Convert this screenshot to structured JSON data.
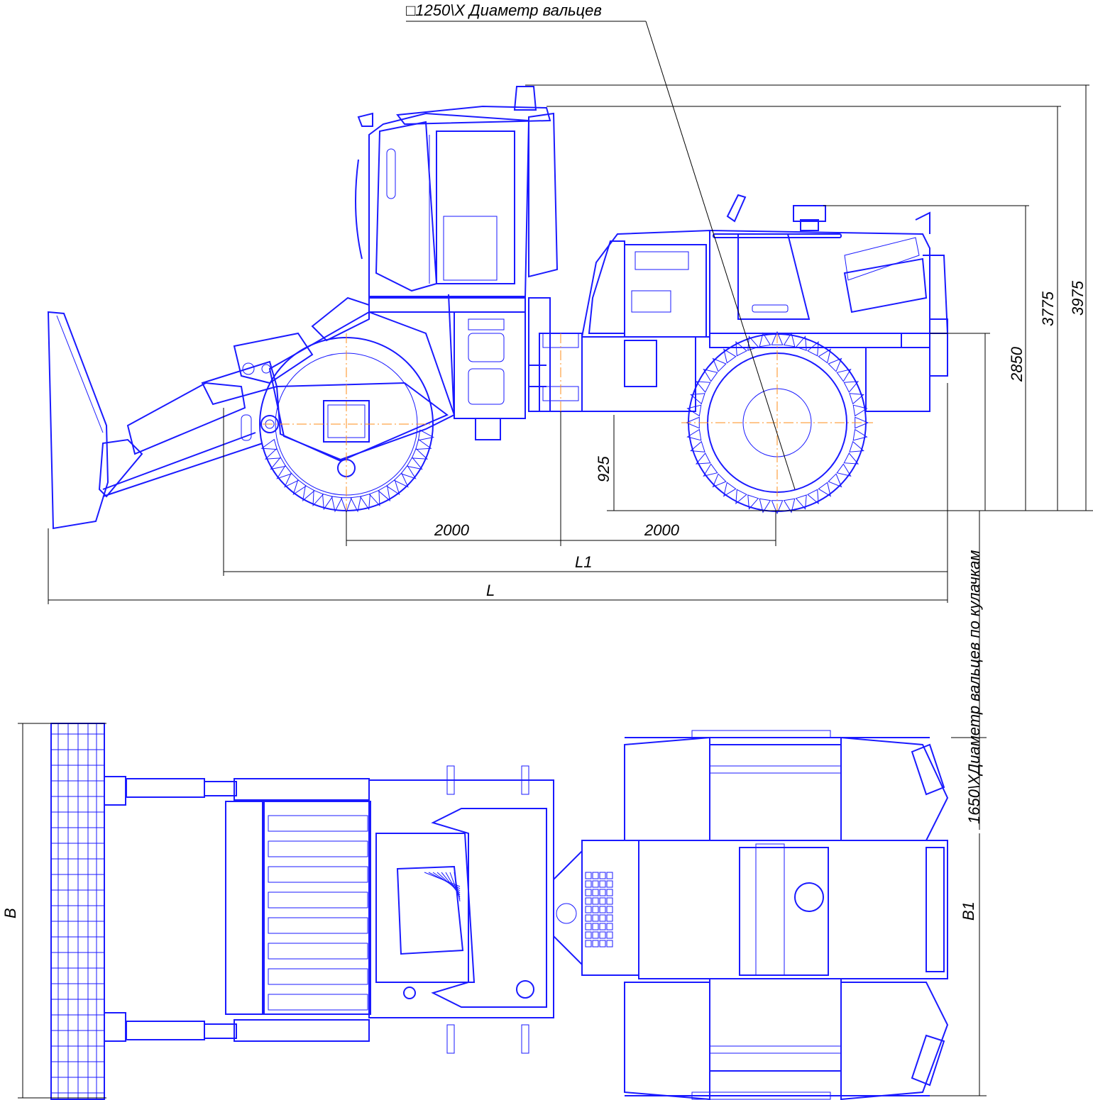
{
  "colors": {
    "drawing": "#1a1aff",
    "dimension": "#000000",
    "axis": "#ff8c1a",
    "background": "#ffffff"
  },
  "labels": {
    "drum_front": "□1250\\X   Диаметр вальцев",
    "drum_rear": "1650\\XДиаметр вальцев по кулачкам",
    "width_B": "B",
    "width_B1": "B1",
    "length_L": "L",
    "length_L1": "L1"
  },
  "dimensions": {
    "height_overall": "3975",
    "height_cab": "3775",
    "height_hood": "2850",
    "axis_height": "925",
    "base_front": "2000",
    "base_rear": "2000"
  }
}
